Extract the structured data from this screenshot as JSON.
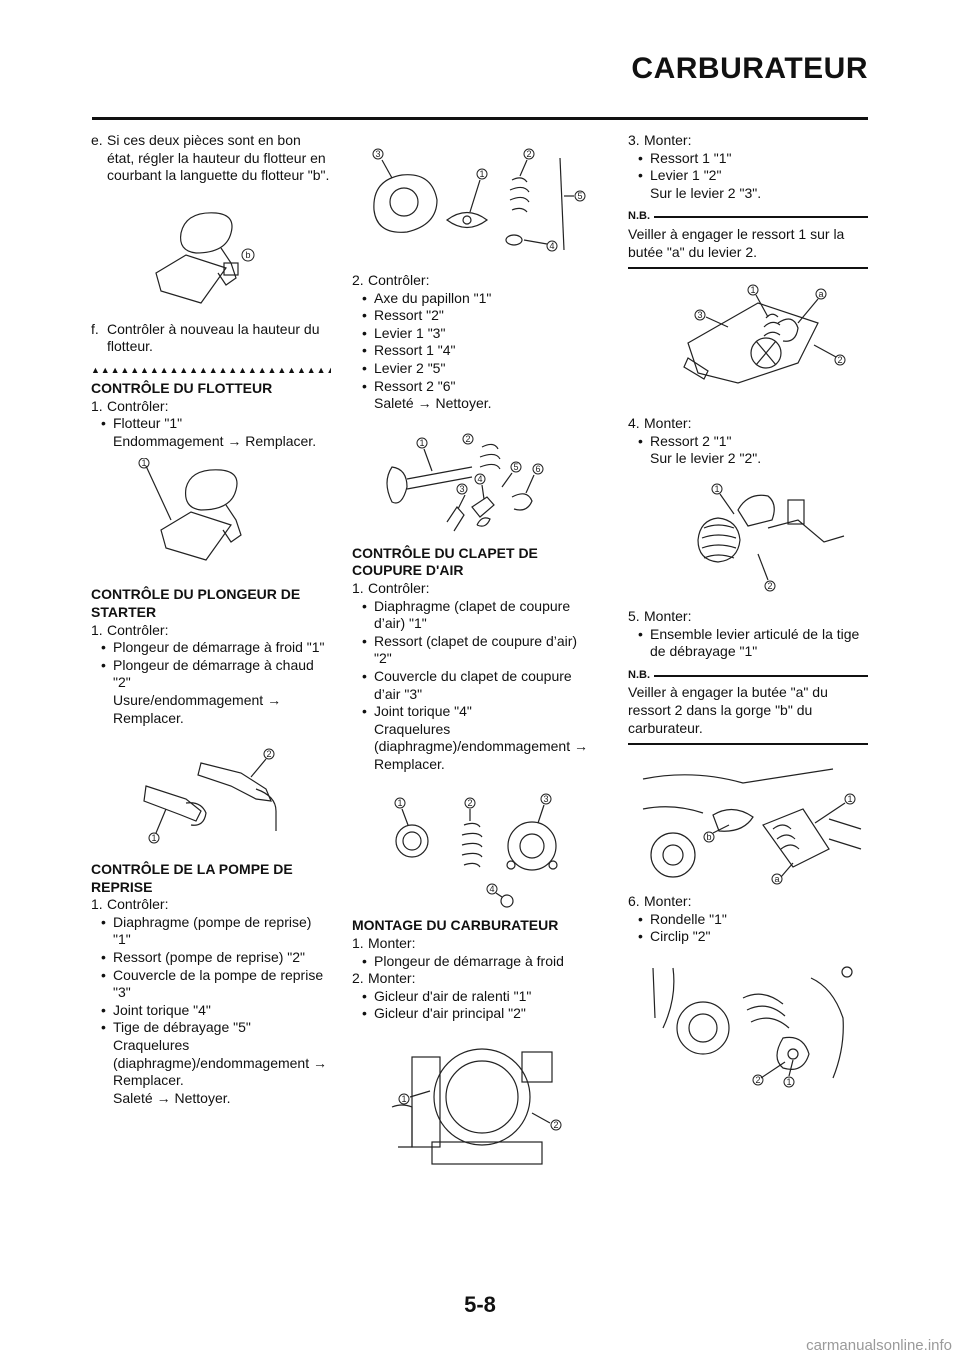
{
  "header": {
    "title": "CARBURATEUR"
  },
  "footer": {
    "page_number": "5-8",
    "watermark": "carmanualsonline.info"
  },
  "col1": {
    "e_num": "e.",
    "e_text": "Si ces deux pièces sont en bon état, régler la hauteur du flotteur en courbant la languette du flotteur \"b\".",
    "f_num": "f.",
    "f_text": "Contrôler à nouveau la hauteur du flotteur.",
    "triangles": "▲▲▲▲▲▲▲▲▲▲▲▲▲▲▲▲▲▲▲▲▲▲▲▲▲▲",
    "float_heading": "CONTRÔLE DU FLOTTEUR",
    "float_step": "1.",
    "float_step_text": "Contrôler:",
    "float_b1": "Flotteur \"1\"",
    "float_b1_c": "Endommagement → Remplacer.",
    "starter_heading": "CONTRÔLE DU PLONGEUR DE STARTER",
    "starter_step": "1.",
    "starter_step_text": "Contrôler:",
    "starter_b1": "Plongeur de démarrage à froid \"1\"",
    "starter_b2": "Plongeur de démarrage à chaud \"2\"",
    "starter_b2_c": "Usure/endommagement → Remplacer.",
    "pump_heading": "CONTRÔLE DE LA POMPE DE REPRISE",
    "pump_step": "1.",
    "pump_step_text": "Contrôler:",
    "pump_b1": "Diaphragme (pompe de reprise) \"1\"",
    "pump_b2": "Ressort (pompe de reprise) \"2\"",
    "pump_b3": "Couvercle de la pompe de reprise \"3\"",
    "pump_b4": "Joint torique \"4\"",
    "pump_b5": "Tige de débrayage \"5\"",
    "pump_b5_c1": "Craquelures (diaphragme)/endommagement → Remplacer.",
    "pump_b5_c2": "Saleté → Nettoyer."
  },
  "col2": {
    "s2_num": "2.",
    "s2_text": "Contrôler:",
    "s2_b1": "Axe du papillon \"1\"",
    "s2_b2": "Ressort \"2\"",
    "s2_b3": "Levier 1 \"3\"",
    "s2_b4": "Ressort 1 \"4\"",
    "s2_b5": "Levier 2 \"5\"",
    "s2_b6": "Ressort 2 \"6\"",
    "s2_b6_c": "Saleté → Nettoyer.",
    "cut_heading": "CONTRÔLE DU CLAPET DE COUPURE D'AIR",
    "cut_step": "1.",
    "cut_step_text": "Contrôler:",
    "cut_b1": "Diaphragme (clapet de coupure d’air) \"1\"",
    "cut_b2": "Ressort (clapet de coupure d’air) \"2\"",
    "cut_b3": "Couvercle du clapet de coupure d’air \"3\"",
    "cut_b4": "Joint torique \"4\"",
    "cut_b4_c": "Craquelures (diaphragme)/endommagement → Remplacer.",
    "mount_heading": "MONTAGE DU CARBURATEUR",
    "m1_num": "1.",
    "m1_text": "Monter:",
    "m1_b1": "Plongeur de démarrage à froid",
    "m2_num": "2.",
    "m2_text": "Monter:",
    "m2_b1": "Gicleur d'air de ralenti \"1\"",
    "m2_b2": "Gicleur d'air principal \"2\""
  },
  "col3": {
    "m3_num": "3.",
    "m3_text": "Monter:",
    "m3_b1": "Ressort 1 \"1\"",
    "m3_b2": "Levier 1 \"2\"",
    "m3_b2_c": "Sur le levier 2 \"3\".",
    "nb1_label": "N.B.",
    "nb1_text": "Veiller à engager le ressort 1 sur la butée \"a\" du levier 2.",
    "m4_num": "4.",
    "m4_text": "Monter:",
    "m4_b1": "Ressort 2 \"1\"",
    "m4_b1_c": "Sur le levier 2 \"2\".",
    "m5_num": "5.",
    "m5_text": "Monter:",
    "m5_b1": "Ensemble levier articulé de la tige de débrayage \"1\"",
    "nb2_label": "N.B.",
    "nb2_text": "Veiller à engager la butée \"a\" du ressort 2 dans la gorge \"b\" du carburateur.",
    "m6_num": "6.",
    "m6_text": "Monter:",
    "m6_b1": "Rondelle \"1\"",
    "m6_b2": "Circlip \"2\""
  },
  "labels": {
    "n1": "1",
    "n2": "2",
    "n3": "3",
    "n4": "4",
    "n5": "5",
    "n6": "6",
    "a": "a",
    "b": "b"
  }
}
